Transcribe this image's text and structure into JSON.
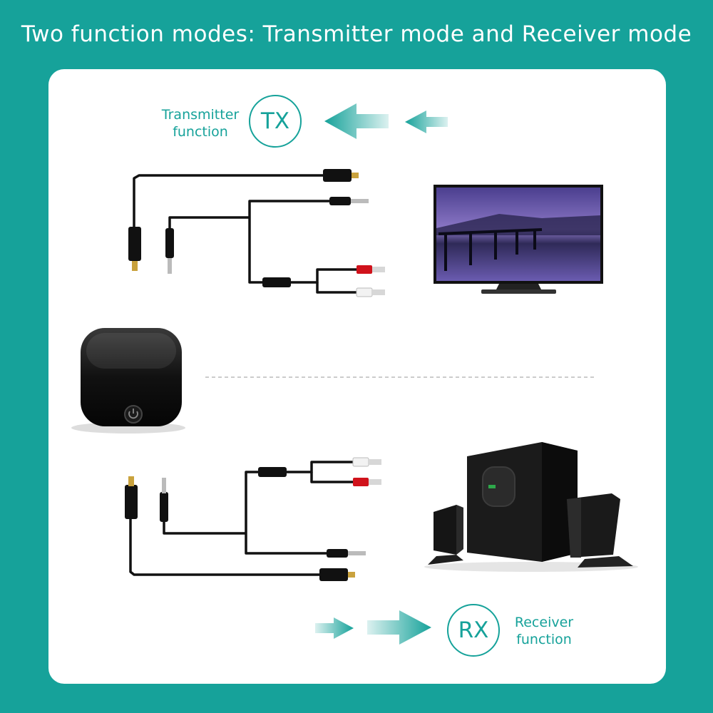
{
  "headline": "Two function modes: Transmitter mode and Receiver mode",
  "transmitter": {
    "badge": "TX",
    "label_line1": "Transmitter",
    "label_line2": "function"
  },
  "receiver": {
    "badge": "RX",
    "label_line1": "Receiver",
    "label_line2": "function"
  },
  "colors": {
    "background": "#16a29a",
    "panel": "#ffffff",
    "accent": "#16a29a",
    "device": "#111111",
    "rca_red": "#d0121b",
    "rca_white": "#f2f2f2"
  },
  "icons": {
    "tx_arrows": "left-arrow-icon",
    "rx_arrows": "right-arrow-icon",
    "power_button": "power-icon"
  }
}
